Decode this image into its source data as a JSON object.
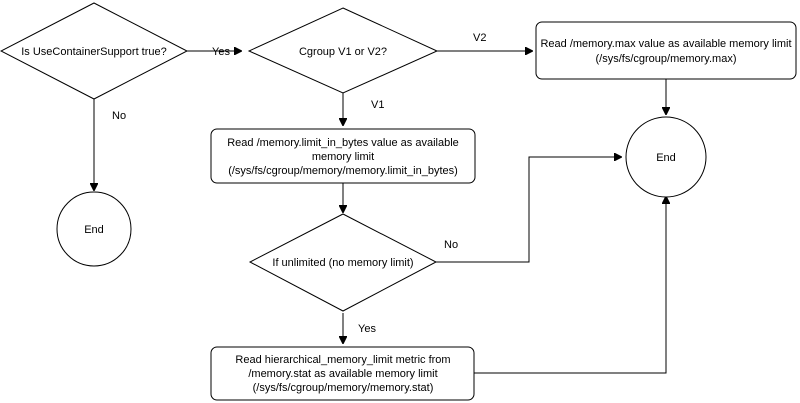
{
  "nodes": {
    "decision_container_support": {
      "text": "Is UseContainerSupport true?"
    },
    "decision_cgroup_version": {
      "text": "Cgroup V1 or V2?"
    },
    "process_v2_read": {
      "lines": [
        "Read /memory.max value as available memory limit",
        "(/sys/fs/cgroup/memory.max)"
      ]
    },
    "process_v1_read": {
      "lines": [
        "Read /memory.limit_in_bytes value as available",
        "memory limit",
        "(/sys/fs/cgroup/memory/memory.limit_in_bytes)"
      ]
    },
    "decision_unlimited": {
      "text": "If unlimited (no memory limit)"
    },
    "process_hierarchical_read": {
      "lines": [
        "Read hierarchical_memory_limit metric from",
        "/memory.stat as available memory limit",
        "(/sys/fs/cgroup/memory/memory.stat)"
      ]
    },
    "end_left": {
      "text": "End"
    },
    "end_right": {
      "text": "End"
    }
  },
  "edge_labels": {
    "yes_to_cgroup": "Yes",
    "no_to_end": "No",
    "v2_to_read": "V2",
    "v1_to_read": "V1",
    "unlimited_no": "No",
    "unlimited_yes": "Yes"
  }
}
